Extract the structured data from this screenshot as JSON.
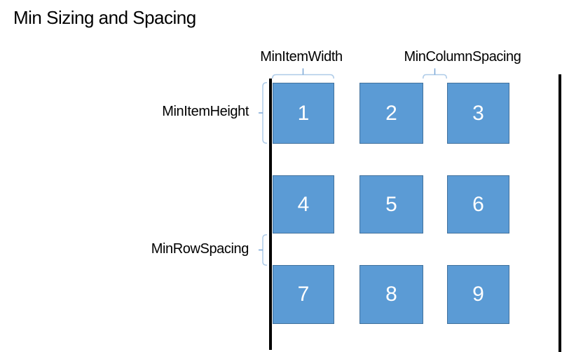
{
  "title": "Min Sizing and Spacing",
  "labels": {
    "min_item_width": "MinItemWidth",
    "min_column_spacing": "MinColumnSpacing",
    "min_item_height": "MinItemHeight",
    "min_row_spacing": "MinRowSpacing"
  },
  "grid": {
    "items": [
      "1",
      "2",
      "3",
      "4",
      "5",
      "6",
      "7",
      "8",
      "9"
    ]
  },
  "colors": {
    "item_fill": "#5B9BD5",
    "item_border": "#41719C",
    "item_number": "#FFFFFF",
    "brace_main": "#AECBE8",
    "brace_nub": "#7AA7D6",
    "line": "#000000",
    "text": "#000000"
  }
}
